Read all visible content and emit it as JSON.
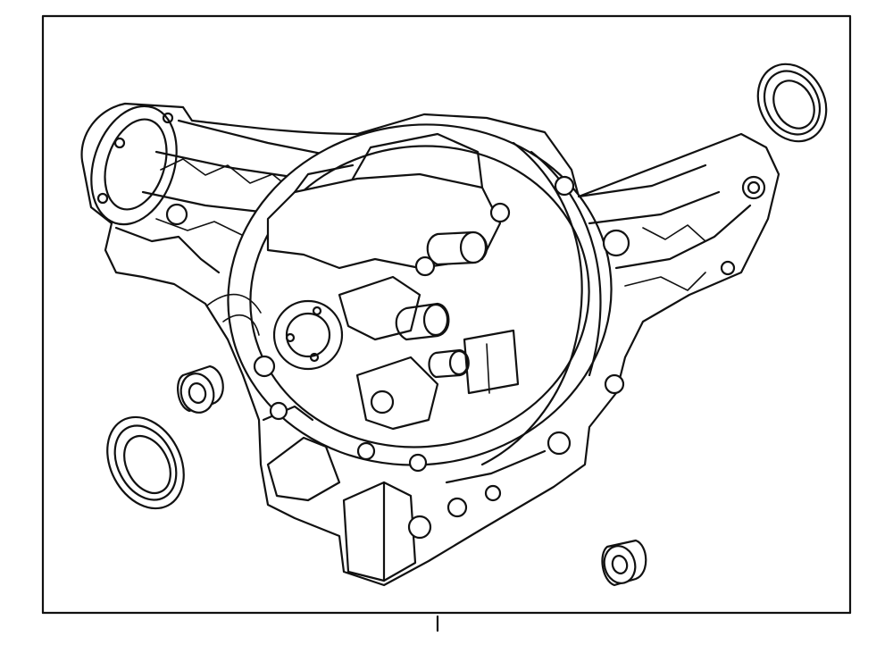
{
  "diagram": {
    "type": "exploded parts line drawing",
    "stroke_color": "#111111",
    "background_color": "#ffffff",
    "parts": [
      {
        "name": "differential-assembly-housing"
      },
      {
        "name": "axle-seal-right"
      },
      {
        "name": "axle-seal-left"
      },
      {
        "name": "mount-bushing-left"
      },
      {
        "name": "mount-bushing-lower-right"
      }
    ],
    "callout_count": 1
  }
}
